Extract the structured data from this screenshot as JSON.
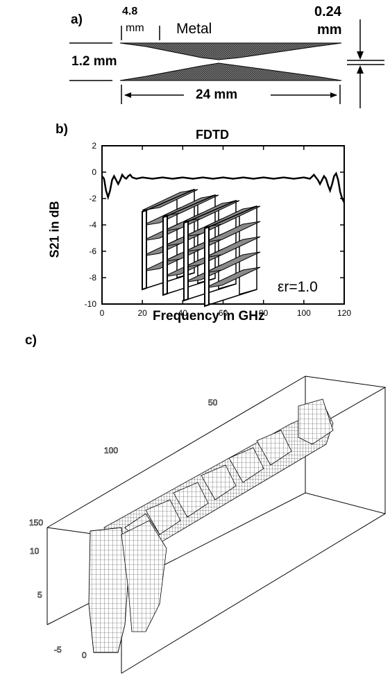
{
  "panel_a": {
    "label": "a)",
    "dim_gap": "4.8",
    "dim_gap_unit": "mm",
    "material": "Metal",
    "dim_tip": "0.24",
    "dim_tip_unit": "mm",
    "dim_height": "1.2 mm",
    "dim_length": "24 mm"
  },
  "panel_b": {
    "label": "b)",
    "inset_label": "εr=1.0"
  },
  "panel_c": {
    "label": "c)",
    "axis_labels": [
      "50",
      "100",
      "150",
      "10",
      "5",
      "-5",
      "0"
    ]
  },
  "chart_data": {
    "type": "line",
    "title": "FDTD",
    "xlabel": "Frequency in GHz",
    "ylabel": "S21 in dB",
    "xlim": [
      0,
      120
    ],
    "ylim": [
      -10,
      2
    ],
    "x_ticks": [
      "0",
      "20",
      "40",
      "60",
      "80",
      "100",
      "120"
    ],
    "y_ticks": [
      "2",
      "0",
      "-2",
      "-4",
      "-6",
      "-8",
      "-10"
    ],
    "grid": false,
    "series": [
      {
        "x": [
          0,
          1,
          2,
          3,
          4,
          5,
          6,
          7,
          8,
          9,
          10,
          11,
          12,
          13,
          14,
          15,
          17,
          20,
          25,
          30,
          35,
          40,
          45,
          50,
          55,
          60,
          65,
          70,
          75,
          80,
          85,
          90,
          95,
          100,
          103,
          105,
          106,
          107,
          108,
          109,
          110,
          111,
          112,
          113,
          114,
          115,
          116,
          117,
          118,
          119,
          120
        ],
        "values": [
          -0.3,
          -0.5,
          -1.4,
          -1.9,
          -1.4,
          -0.6,
          -0.3,
          -0.6,
          -0.9,
          -0.6,
          -0.2,
          -0.4,
          -0.5,
          -0.3,
          -0.2,
          -0.4,
          -0.5,
          -0.4,
          -0.5,
          -0.4,
          -0.5,
          -0.4,
          -0.5,
          -0.4,
          -0.5,
          -0.4,
          -0.5,
          -0.4,
          -0.5,
          -0.4,
          -0.5,
          -0.4,
          -0.5,
          -0.4,
          -0.5,
          -0.2,
          -0.4,
          -0.6,
          -0.9,
          -0.6,
          -0.3,
          -0.5,
          -1.0,
          -1.4,
          -0.9,
          -0.3,
          -0.1,
          -0.6,
          -1.5,
          -2.0,
          -2.3
        ]
      }
    ]
  }
}
